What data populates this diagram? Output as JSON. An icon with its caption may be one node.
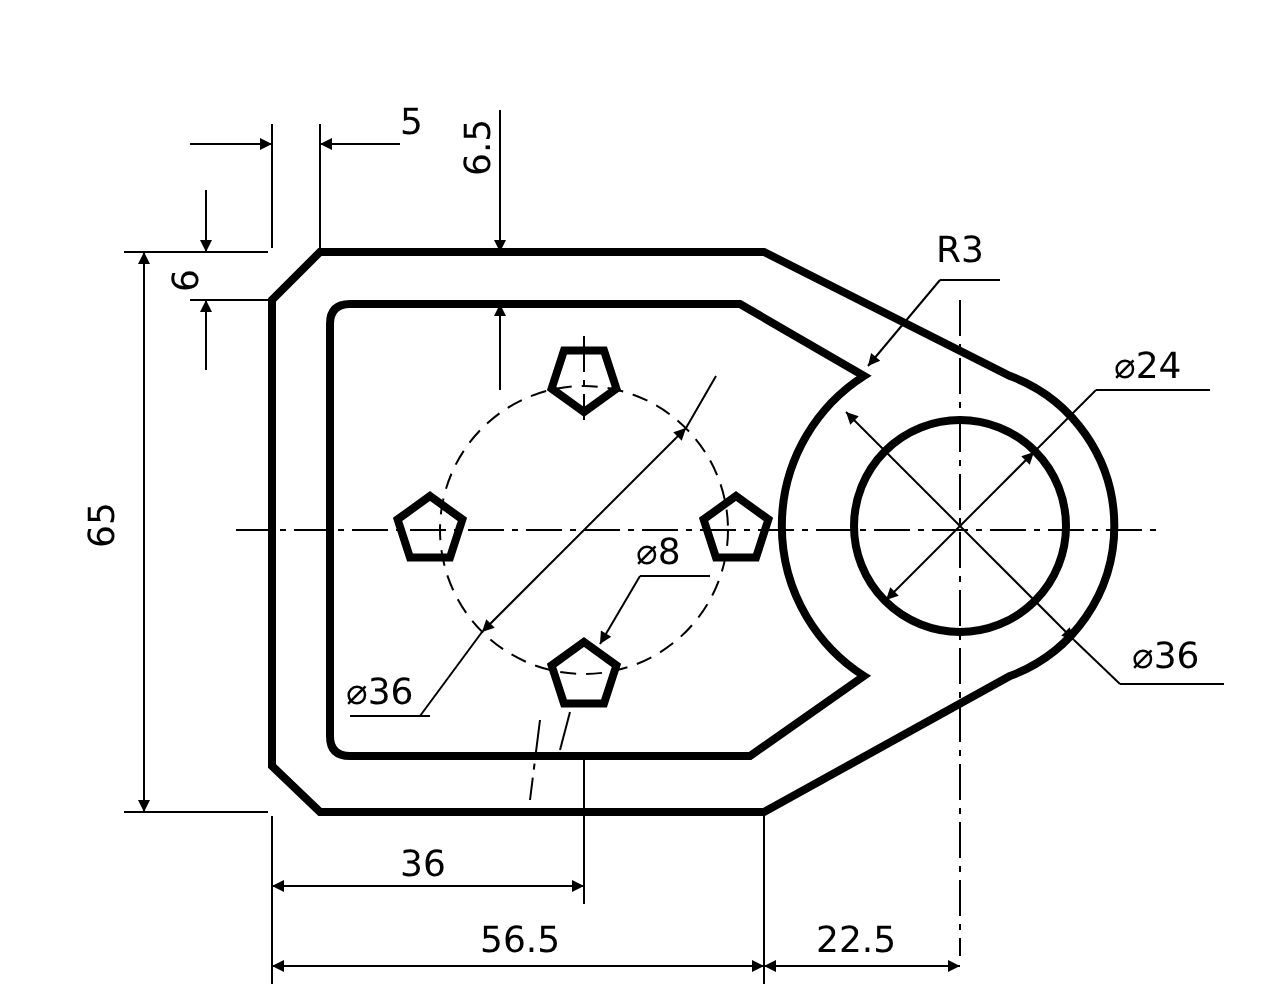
{
  "diagram": {
    "labels": [
      "5",
      "6.5",
      "6",
      "R3",
      "⌀24",
      "65",
      "⌀8",
      "⌀36",
      "⌀36",
      "36",
      "56.5",
      "22.5"
    ]
  }
}
